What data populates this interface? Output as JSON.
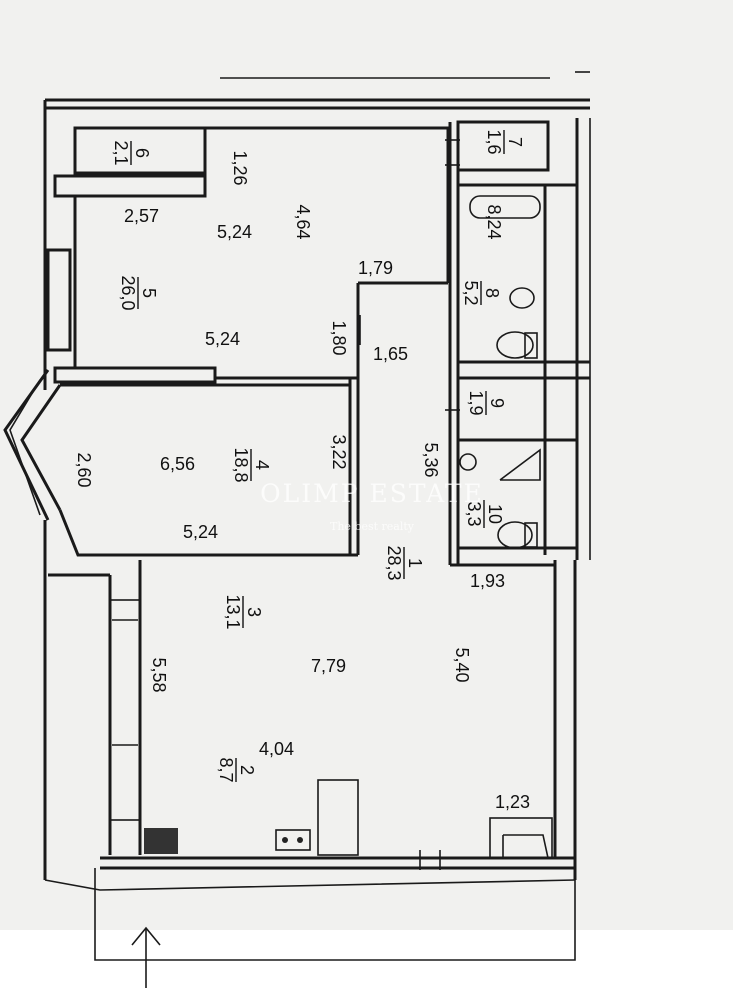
{
  "rooms": [
    {
      "id": "6",
      "num": "6",
      "area": "2,1"
    },
    {
      "id": "7",
      "num": "7",
      "area": "1,6"
    },
    {
      "id": "5",
      "num": "5",
      "area": "26,0"
    },
    {
      "id": "8",
      "num": "8",
      "area": "5,2"
    },
    {
      "id": "9",
      "num": "9",
      "area": "1,9"
    },
    {
      "id": "4",
      "num": "4",
      "area": "18,8"
    },
    {
      "id": "10",
      "num": "10",
      "area": "3,3"
    },
    {
      "id": "1",
      "num": "1",
      "area": "28,3"
    },
    {
      "id": "3",
      "num": "3",
      "area": "13,1"
    },
    {
      "id": "2",
      "num": "2",
      "area": "8,7"
    }
  ],
  "dimensions": {
    "d126": "1,26",
    "d257": "2,57",
    "d524a": "5,24",
    "d464": "4,64",
    "d179": "1,79",
    "d524b": "5,24",
    "d180": "1,80",
    "d165": "1,65",
    "d656": "6,56",
    "d260": "2,60",
    "d322": "3,22",
    "d536": "5,36",
    "d524c": "5,24",
    "d824": "8,24",
    "d193": "1,93",
    "d558": "5,58",
    "d779": "7,79",
    "d540": "5,40",
    "d404": "4,04",
    "d123": "1,23"
  },
  "watermark": {
    "brand": "OLIMP ESTATE",
    "tagline": "The best realty"
  }
}
